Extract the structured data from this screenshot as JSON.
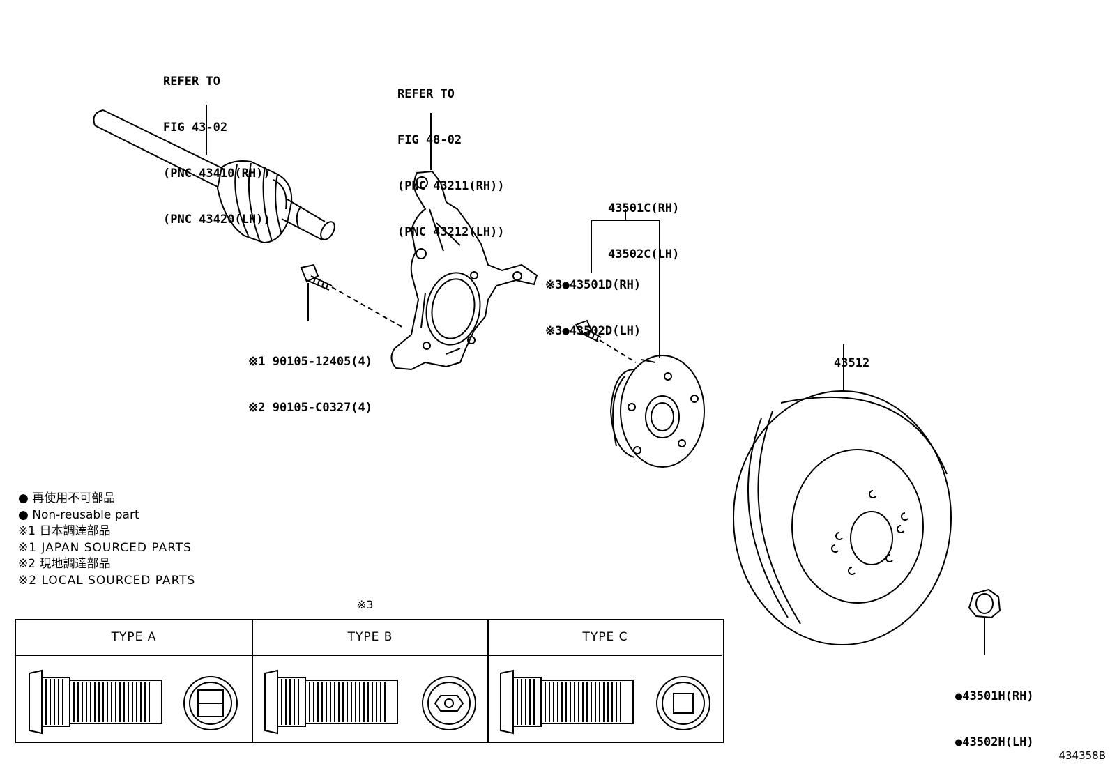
{
  "callouts": {
    "driveshaft": [
      "REFER TO",
      "FIG 43-02",
      "(PNC 43410(RH))",
      "(PNC 43420(LH))"
    ],
    "knuckle": [
      "REFER TO",
      "FIG 48-02",
      "(PNC 43211(RH))",
      "(PNC 43212(LH))"
    ],
    "bolt": [
      "※1 90105-12405(4)",
      "※2 90105-C0327(4)"
    ],
    "hub_assy": [
      "43501C(RH)",
      "43502C(LH)"
    ],
    "hub_bolt": [
      "※3●43501D(RH)",
      "※3●43502D(LH)"
    ],
    "disc": [
      "43512"
    ],
    "nut": [
      "●43501H(RH)",
      "●43502H(LH)"
    ]
  },
  "legend": [
    "● 再使用不可部品",
    "● Non-reusable part",
    "※1 日本調達部品",
    "※1 JAPAN SOURCED PARTS",
    "※2 現地調達部品",
    "※2 LOCAL SOURCED PARTS"
  ],
  "types_note": "※3",
  "types": [
    "TYPE A",
    "TYPE B",
    "TYPE C"
  ],
  "figure_id": "434358B"
}
